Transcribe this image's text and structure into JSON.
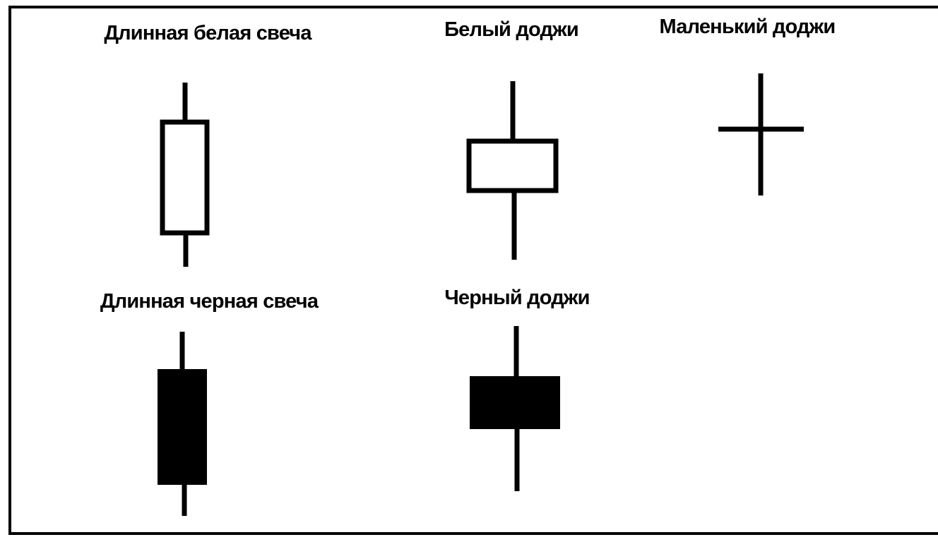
{
  "figure": {
    "candles": [
      {
        "id": "long-white-candle",
        "label": "Длинная белая свеча",
        "body": "hollow"
      },
      {
        "id": "white-doji",
        "label": "Белый доджи",
        "body": "hollow"
      },
      {
        "id": "small-doji",
        "label": "Маленький доджи",
        "body": "cross"
      },
      {
        "id": "long-black-candle",
        "label": "Длинная черная свеча",
        "body": "filled"
      },
      {
        "id": "black-doji",
        "label": "Черный доджи",
        "body": "filled"
      }
    ],
    "colors": {
      "ink": "#000000",
      "paper": "#ffffff"
    }
  }
}
